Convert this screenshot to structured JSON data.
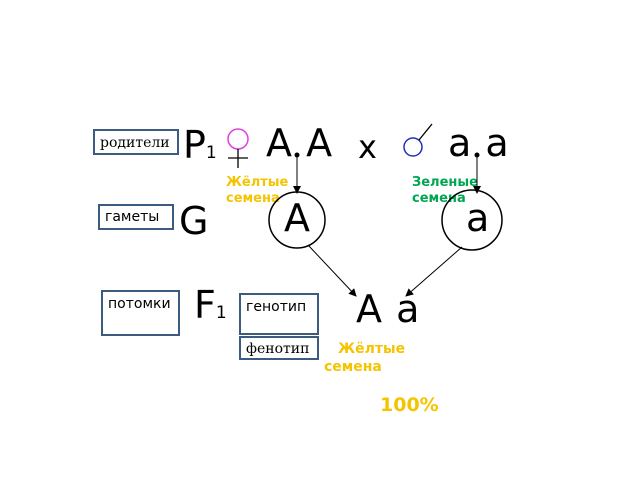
{
  "labels": {
    "parents": "родители",
    "gametes": "гаметы",
    "offspring": "потомки",
    "genotype": "генотип",
    "phenotype": "фенотип"
  },
  "generations": {
    "p_letter": "P",
    "p_sub": "1",
    "g_letter": "G",
    "f_letter": "F",
    "f_sub": "1"
  },
  "parents": {
    "female_genotype": "А А",
    "cross_sign": "х",
    "male_genotype": "а а",
    "female_trait": "Жёлтые семена",
    "male_trait": "Зеленые семена"
  },
  "gametes": {
    "female": "А",
    "male": "а"
  },
  "offspring": {
    "genotype": "А а",
    "phenotype": "Жёлтые семена",
    "percent": "100%"
  },
  "colors": {
    "yellow": "#f5c400",
    "green": "#00a651",
    "female_symbol": "#e040e0",
    "male_symbol": "#2030c0",
    "box_border": "#3d5a80"
  }
}
